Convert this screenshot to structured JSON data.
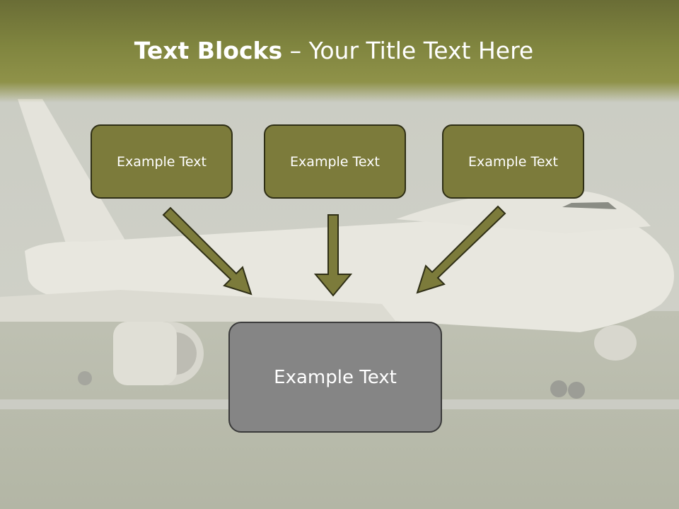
{
  "title": {
    "bold": "Text Blocks",
    "separator": " – ",
    "rest": "Your Title Text Here"
  },
  "blocks": {
    "top": [
      "Example Text",
      "Example Text",
      "Example Text"
    ],
    "main": "Example Text"
  },
  "colors": {
    "header": "#7f8440",
    "block_fill": "#7c7b3b",
    "block_border": "#2f2f16",
    "main_fill": "#858585",
    "text": "#ffffff"
  }
}
